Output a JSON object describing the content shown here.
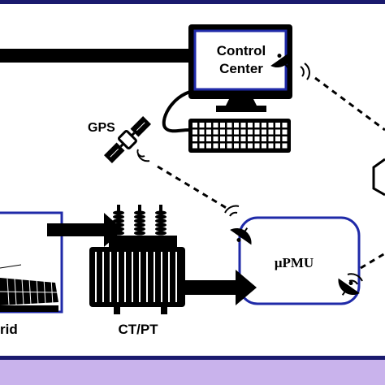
{
  "diagram": {
    "control_center": {
      "line1": "Control",
      "line2": "Center"
    },
    "gps_label": "GPS",
    "transformer_label": "CT/PT",
    "pmu_label": "μPMU",
    "grid_label": "rid",
    "icons": {
      "monitor": "monitor-icon",
      "keyboard": "keyboard-icon",
      "satellite": "satellite-icon",
      "dish": "satellite-dish-icon",
      "transformer": "transformer-icon",
      "solar_panels": "solar-panel-icon"
    }
  },
  "colors": {
    "frame_navy": "#1a1a6e",
    "bottom_band": "#c9b3ec",
    "box_border": "#1f2aa8",
    "ink": "#000000"
  }
}
